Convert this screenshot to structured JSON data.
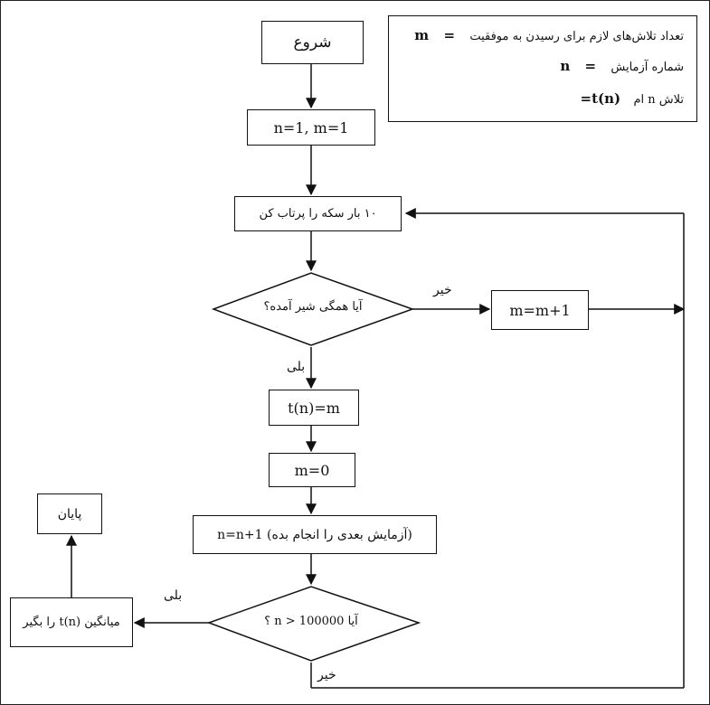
{
  "legend": {
    "rows": [
      {
        "symbol": "m",
        "eq": "=",
        "text": "تعداد تلاش‌های لازم برای رسیدن به موفقیت"
      },
      {
        "symbol": "n",
        "eq": "=",
        "text": "شماره آزمایش"
      },
      {
        "symbol": "t(n)=",
        "eq": "",
        "text": "تلاش n ام"
      }
    ]
  },
  "nodes": {
    "start": "شروع",
    "init": "n=1, m=1",
    "toss": "۱۰ بار سکه را پرتاب کن",
    "all_heads": "آیا همگی شیر آمده؟",
    "increment_m": "m=m+1",
    "assign_t": "t(n)=m",
    "reset_m": "m=0",
    "next_trial": "n=n+1 (آزمایش بعدی را انجام بده)",
    "check_n": "آیا n > 100000 ؟",
    "average": "میانگین t(n) را بگیر",
    "end": "پایان"
  },
  "edges": {
    "no_1": "خیر",
    "yes_1": "بلی",
    "yes_2": "بلی",
    "no_2": "خیر"
  }
}
